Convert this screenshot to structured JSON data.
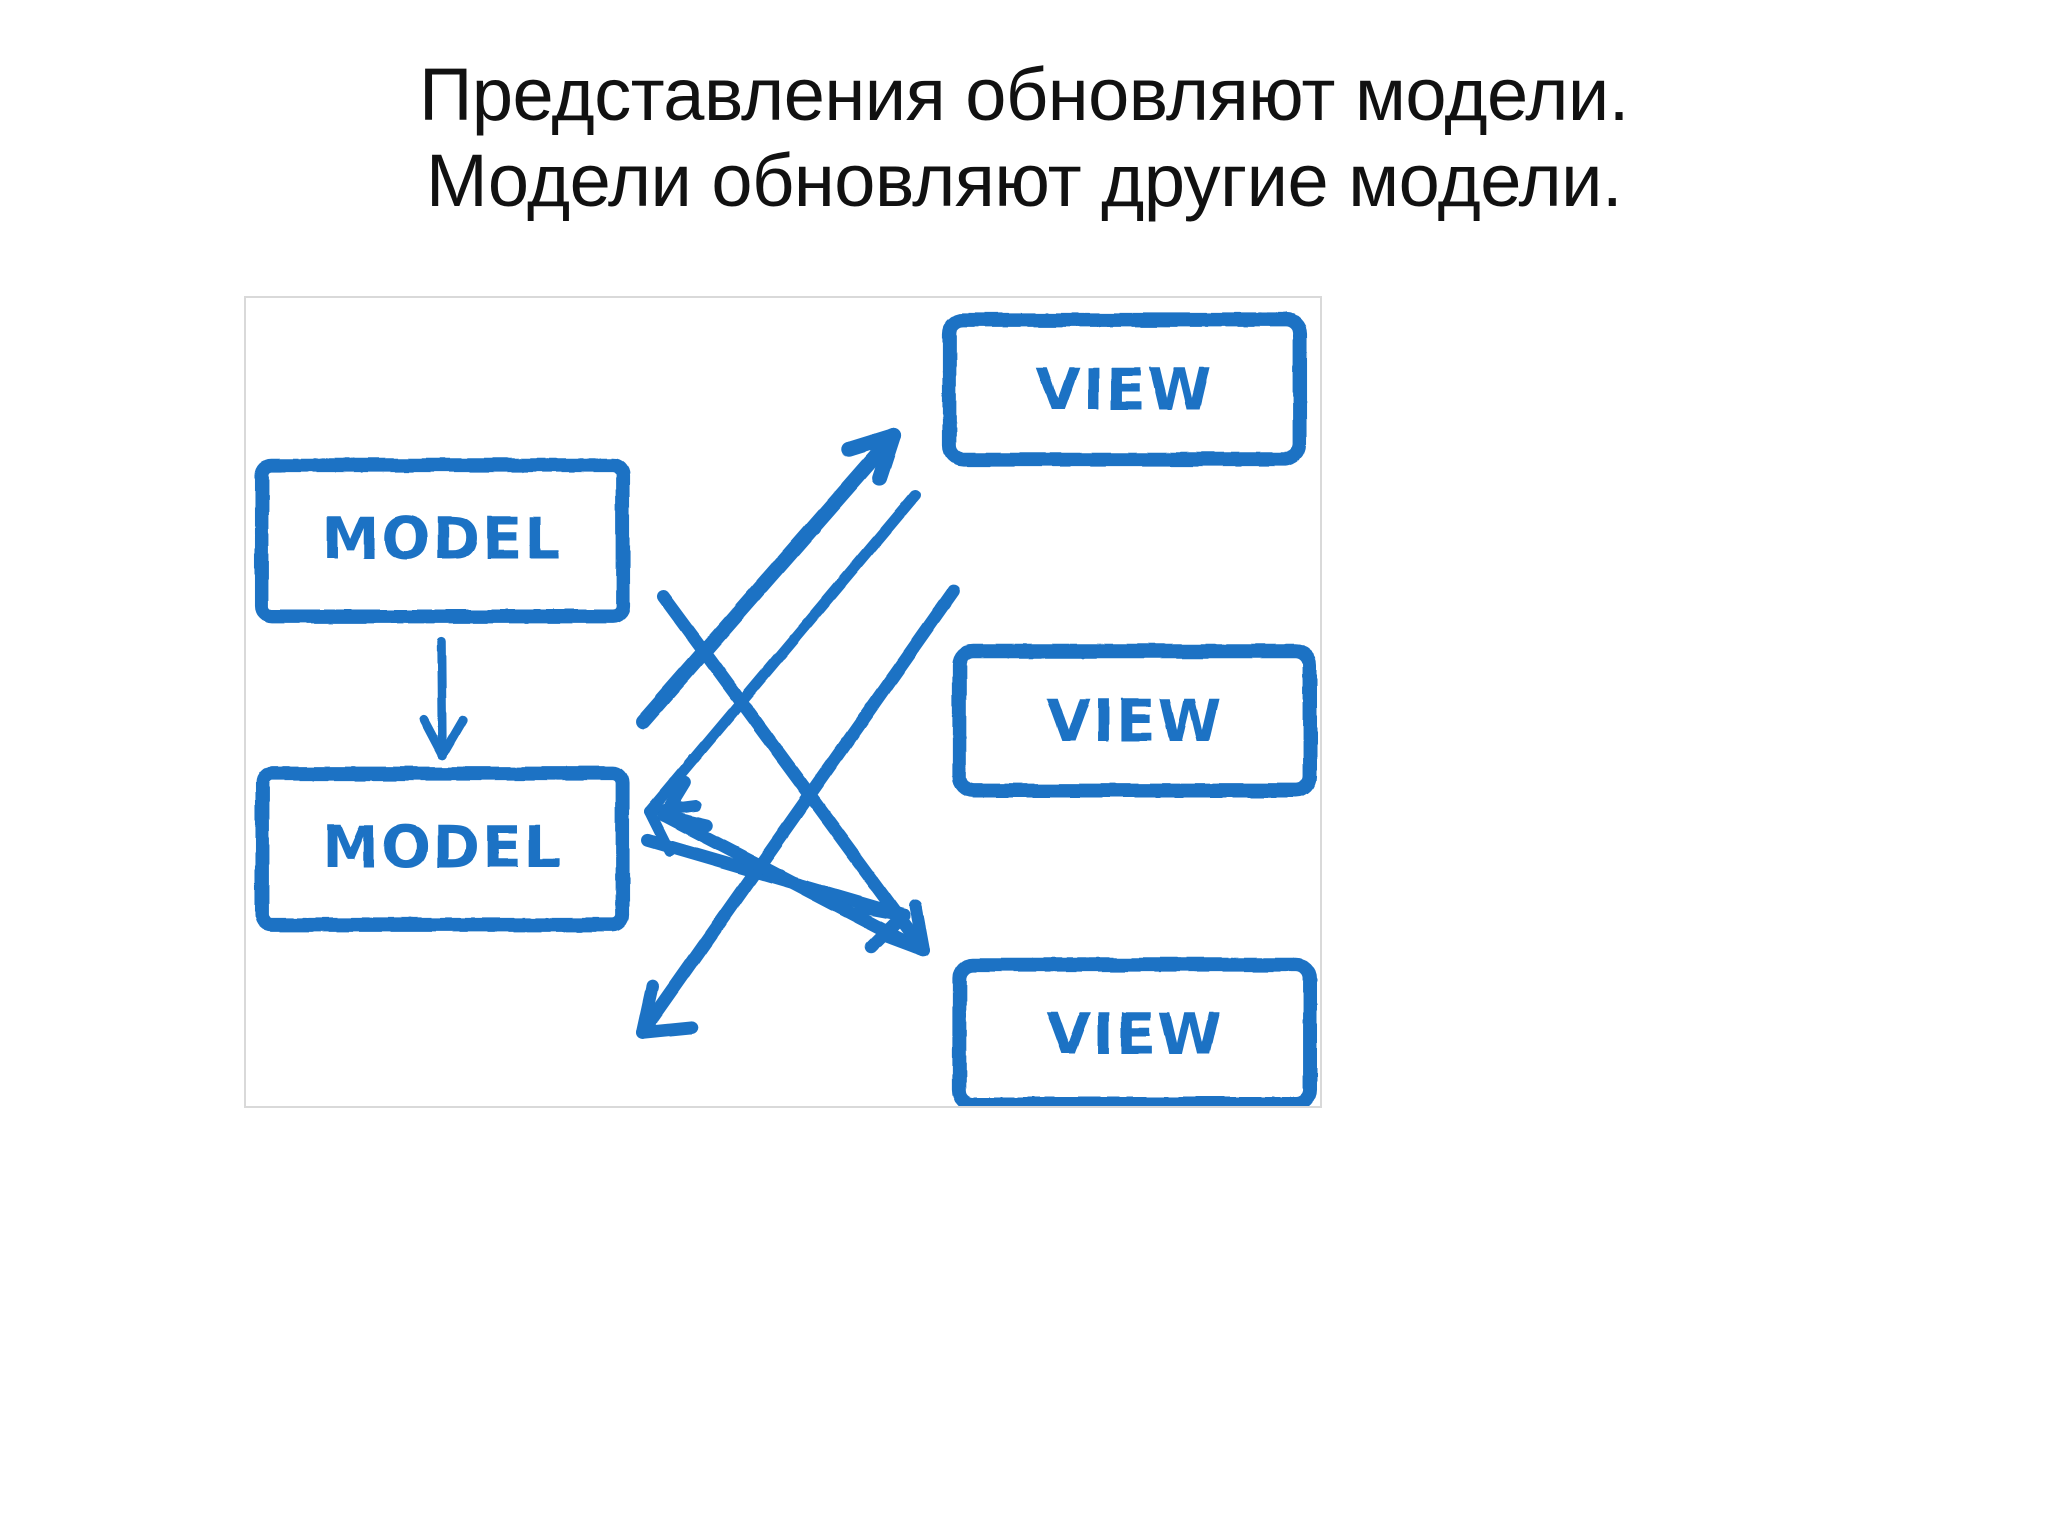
{
  "slide": {
    "background_color": "#ffffff",
    "title": {
      "lines": [
        "Представления обновляют модели.",
        "Модели обновляют другие модели."
      ],
      "color": "#111111"
    }
  },
  "diagram": {
    "name": "model-view-update-diagram",
    "style": "hand-drawn-marker",
    "stroke_color": "#1b72c4",
    "panel_border_color": "#d9d9d9",
    "panel_background": "#ffffff",
    "nodes": [
      {
        "id": "model-1",
        "label": "MODEL",
        "type": "model",
        "column": "left",
        "row": 1
      },
      {
        "id": "model-2",
        "label": "MODEL",
        "type": "model",
        "column": "left",
        "row": 2
      },
      {
        "id": "view-1",
        "label": "VIEW",
        "type": "view",
        "column": "right",
        "row": 1
      },
      {
        "id": "view-2",
        "label": "VIEW",
        "type": "view",
        "column": "right",
        "row": 2
      },
      {
        "id": "view-3",
        "label": "VIEW",
        "type": "view",
        "column": "right",
        "row": 3
      }
    ],
    "edges": [
      {
        "id": "e1",
        "from": "model-1",
        "to": "view-1",
        "direction": "forward"
      },
      {
        "id": "e2",
        "from": "view-1",
        "to": "model-1",
        "direction": "forward"
      },
      {
        "id": "e3",
        "from": "model-1",
        "to": "view-2",
        "direction": "forward"
      },
      {
        "id": "e4",
        "from": "view-2",
        "to": "model-2",
        "direction": "forward"
      },
      {
        "id": "e5",
        "from": "model-1",
        "to": "model-2",
        "direction": "forward"
      },
      {
        "id": "e6",
        "from": "model-2",
        "to": "view-3",
        "direction": "forward"
      },
      {
        "id": "e7",
        "from": "view-3",
        "to": "model-2",
        "direction": "forward"
      }
    ]
  },
  "labels": {
    "model": "MODEL",
    "view": "VIEW"
  }
}
